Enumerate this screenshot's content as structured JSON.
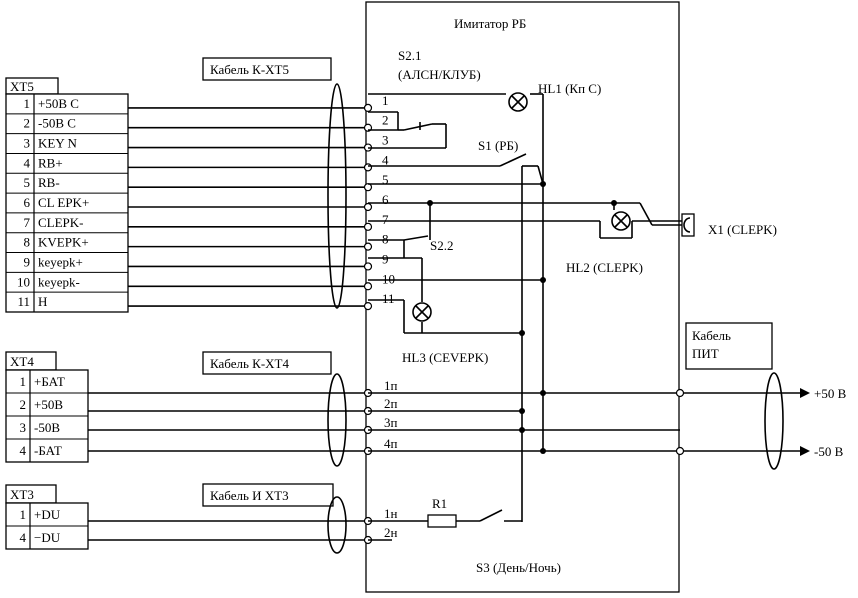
{
  "device_title": "Имитатор РБ",
  "cables": {
    "k_xt5": "Кабель К-ХТ5",
    "k_xt4": "Кабель К-ХТ4",
    "i_xt3": "Кабель И ХТ3",
    "pit_line1": "Кабель",
    "pit_line2": "ПИТ"
  },
  "xt5": {
    "title": "ХТ5",
    "rows": [
      {
        "n": "1",
        "label": "+50В С"
      },
      {
        "n": "2",
        "label": "-50В С"
      },
      {
        "n": "3",
        "label": "KEY N"
      },
      {
        "n": "4",
        "label": "RB+"
      },
      {
        "n": "5",
        "label": "RB-"
      },
      {
        "n": "6",
        "label": "CL EPK+"
      },
      {
        "n": "7",
        "label": "CLEPK-"
      },
      {
        "n": "8",
        "label": "KVEPK+"
      },
      {
        "n": "9",
        "label": "keyepk+"
      },
      {
        "n": "10",
        "label": "keyepk-"
      },
      {
        "n": "11",
        "label": "H"
      }
    ]
  },
  "xt4": {
    "title": "ХТ4",
    "rows": [
      {
        "n": "1",
        "label": "+БАТ"
      },
      {
        "n": "2",
        "label": "+50В"
      },
      {
        "n": "3",
        "label": "-50В"
      },
      {
        "n": "4",
        "label": "-БАТ"
      }
    ]
  },
  "xt3": {
    "title": "ХТ3",
    "rows": [
      {
        "n": "1",
        "label": "+DU"
      },
      {
        "n": "4",
        "label": "−DU"
      }
    ]
  },
  "pins_k": [
    "1",
    "2",
    "3",
    "4",
    "5",
    "6",
    "7",
    "8",
    "9",
    "10",
    "11"
  ],
  "pins_p": [
    "1п",
    "2п",
    "3п",
    "4п"
  ],
  "pins_n": [
    "1н",
    "2н"
  ],
  "components": {
    "s21": "S2.1",
    "s21_sub": "(АЛСН/КЛУБ)",
    "hl1": "HL1 (Кп С)",
    "s1": "S1 (РБ)",
    "s22": "S2.2",
    "hl2": "HL2 (CLEPK)",
    "x1": "X1 (CLEPK)",
    "hl3": "HL3 (CEVEPK)",
    "r1": "R1",
    "s3": "S3 (День/Ночь)"
  },
  "outputs": {
    "plus": "+50 В",
    "minus": "-50 В"
  }
}
